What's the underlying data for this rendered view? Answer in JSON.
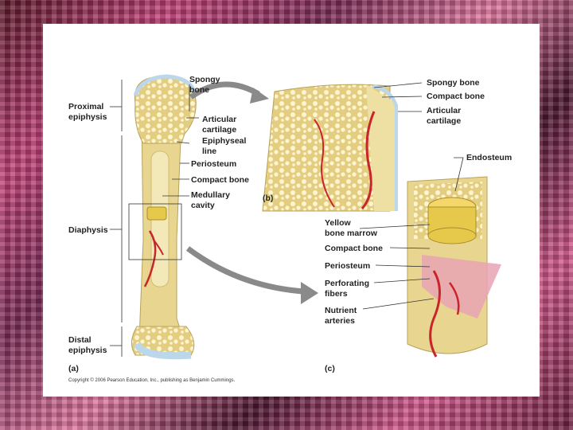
{
  "labels": {
    "spongy_bone_a_1": "Spongy",
    "spongy_bone_a_2": "bone",
    "proximal_1": "Proximal",
    "proximal_2": "epiphysis",
    "articular_a_1": "Articular",
    "articular_a_2": "cartilage",
    "epiphyseal_1": "Epiphyseal",
    "epiphyseal_2": "line",
    "periosteum_a": "Periosteum",
    "compact_a": "Compact bone",
    "medullary_1": "Medullary",
    "medullary_2": "cavity",
    "diaphysis": "Diaphysis",
    "distal_1": "Distal",
    "distal_2": "epiphysis",
    "spongy_b": "Spongy bone",
    "compact_b": "Compact bone",
    "articular_b_1": "Articular",
    "articular_b_2": "cartilage",
    "endosteum": "Endosteum",
    "yellow_1": "Yellow",
    "yellow_2": "bone marrow",
    "compact_c": "Compact bone",
    "periosteum_c": "Periosteum",
    "perforating_1": "Perforating",
    "perforating_2": "fibers",
    "nutrient_1": "Nutrient",
    "nutrient_2": "arteries"
  },
  "panel_labels": {
    "a": "(a)",
    "b": "(b)",
    "c": "(c)"
  },
  "copyright": "Copyright © 2006 Pearson Education, Inc., publishing as Benjamin Cummings.",
  "colors": {
    "bone": "#e8d690",
    "bone_dark": "#c9b466",
    "cartilage": "#bcd7ea",
    "artery": "#c8252a",
    "periosteum": "#e8a3b4",
    "arrow": "#8a8a8a"
  }
}
